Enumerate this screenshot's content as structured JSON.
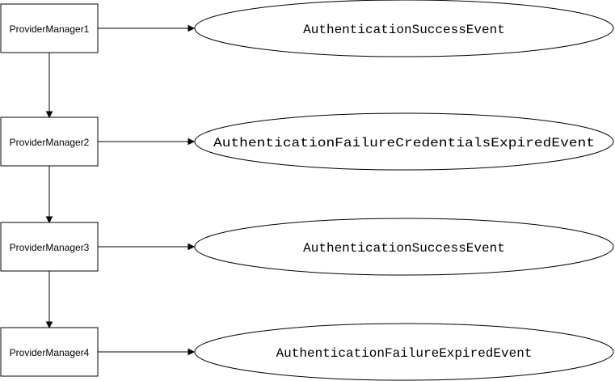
{
  "colors": {
    "background": "#ffffff",
    "stroke": "#000000",
    "text": "#000000"
  },
  "managers": [
    {
      "label": "ProviderManager1"
    },
    {
      "label": "ProviderManager2"
    },
    {
      "label": "ProviderManager3"
    },
    {
      "label": "ProviderManager4"
    }
  ],
  "events": [
    {
      "label": "AuthenticationSuccessEvent"
    },
    {
      "label": "AuthenticationFailureCredentialsExpiredEvent"
    },
    {
      "label": "AuthenticationSuccessEvent"
    },
    {
      "label": "AuthenticationFailureExpiredEvent"
    }
  ],
  "edges": {
    "manager_to_event": [
      [
        0,
        0
      ],
      [
        1,
        1
      ],
      [
        2,
        2
      ],
      [
        3,
        3
      ]
    ],
    "manager_to_manager": [
      [
        0,
        1
      ],
      [
        1,
        2
      ],
      [
        2,
        3
      ]
    ]
  }
}
